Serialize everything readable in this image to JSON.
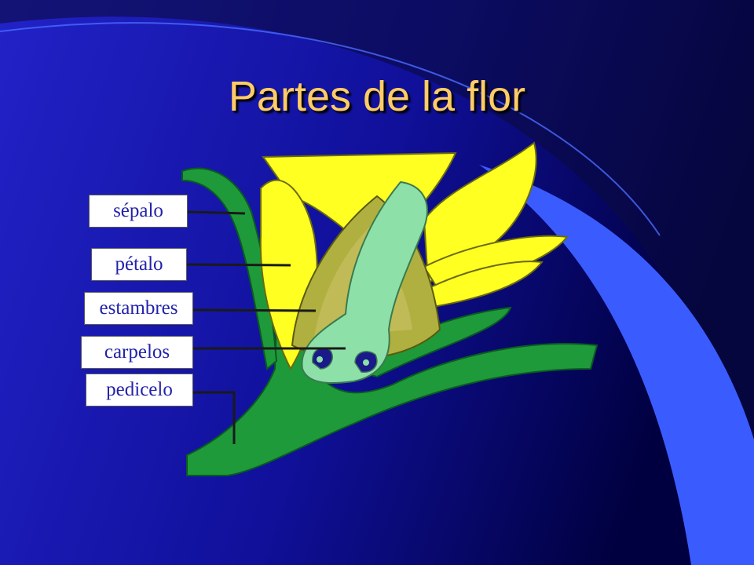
{
  "slide": {
    "title": "Partes de la flor",
    "colors": {
      "background": "#0a0a6e",
      "accent": "#3a5cff",
      "title": "#ffcc66",
      "label_text": "#2222aa",
      "sepal_green": "#1e9a3a",
      "petal_yellow": "#ffff22",
      "carpel_mint": "#8de0a8",
      "stamen_olive": "#b0b040"
    }
  },
  "diagram": {
    "labels": [
      {
        "id": "sepalo",
        "text": "sépalo"
      },
      {
        "id": "petalo",
        "text": "pétalo"
      },
      {
        "id": "estambres",
        "text": "estambres"
      },
      {
        "id": "carpelos",
        "text": "carpelos"
      },
      {
        "id": "pedicelo",
        "text": "pedicelo"
      }
    ]
  }
}
